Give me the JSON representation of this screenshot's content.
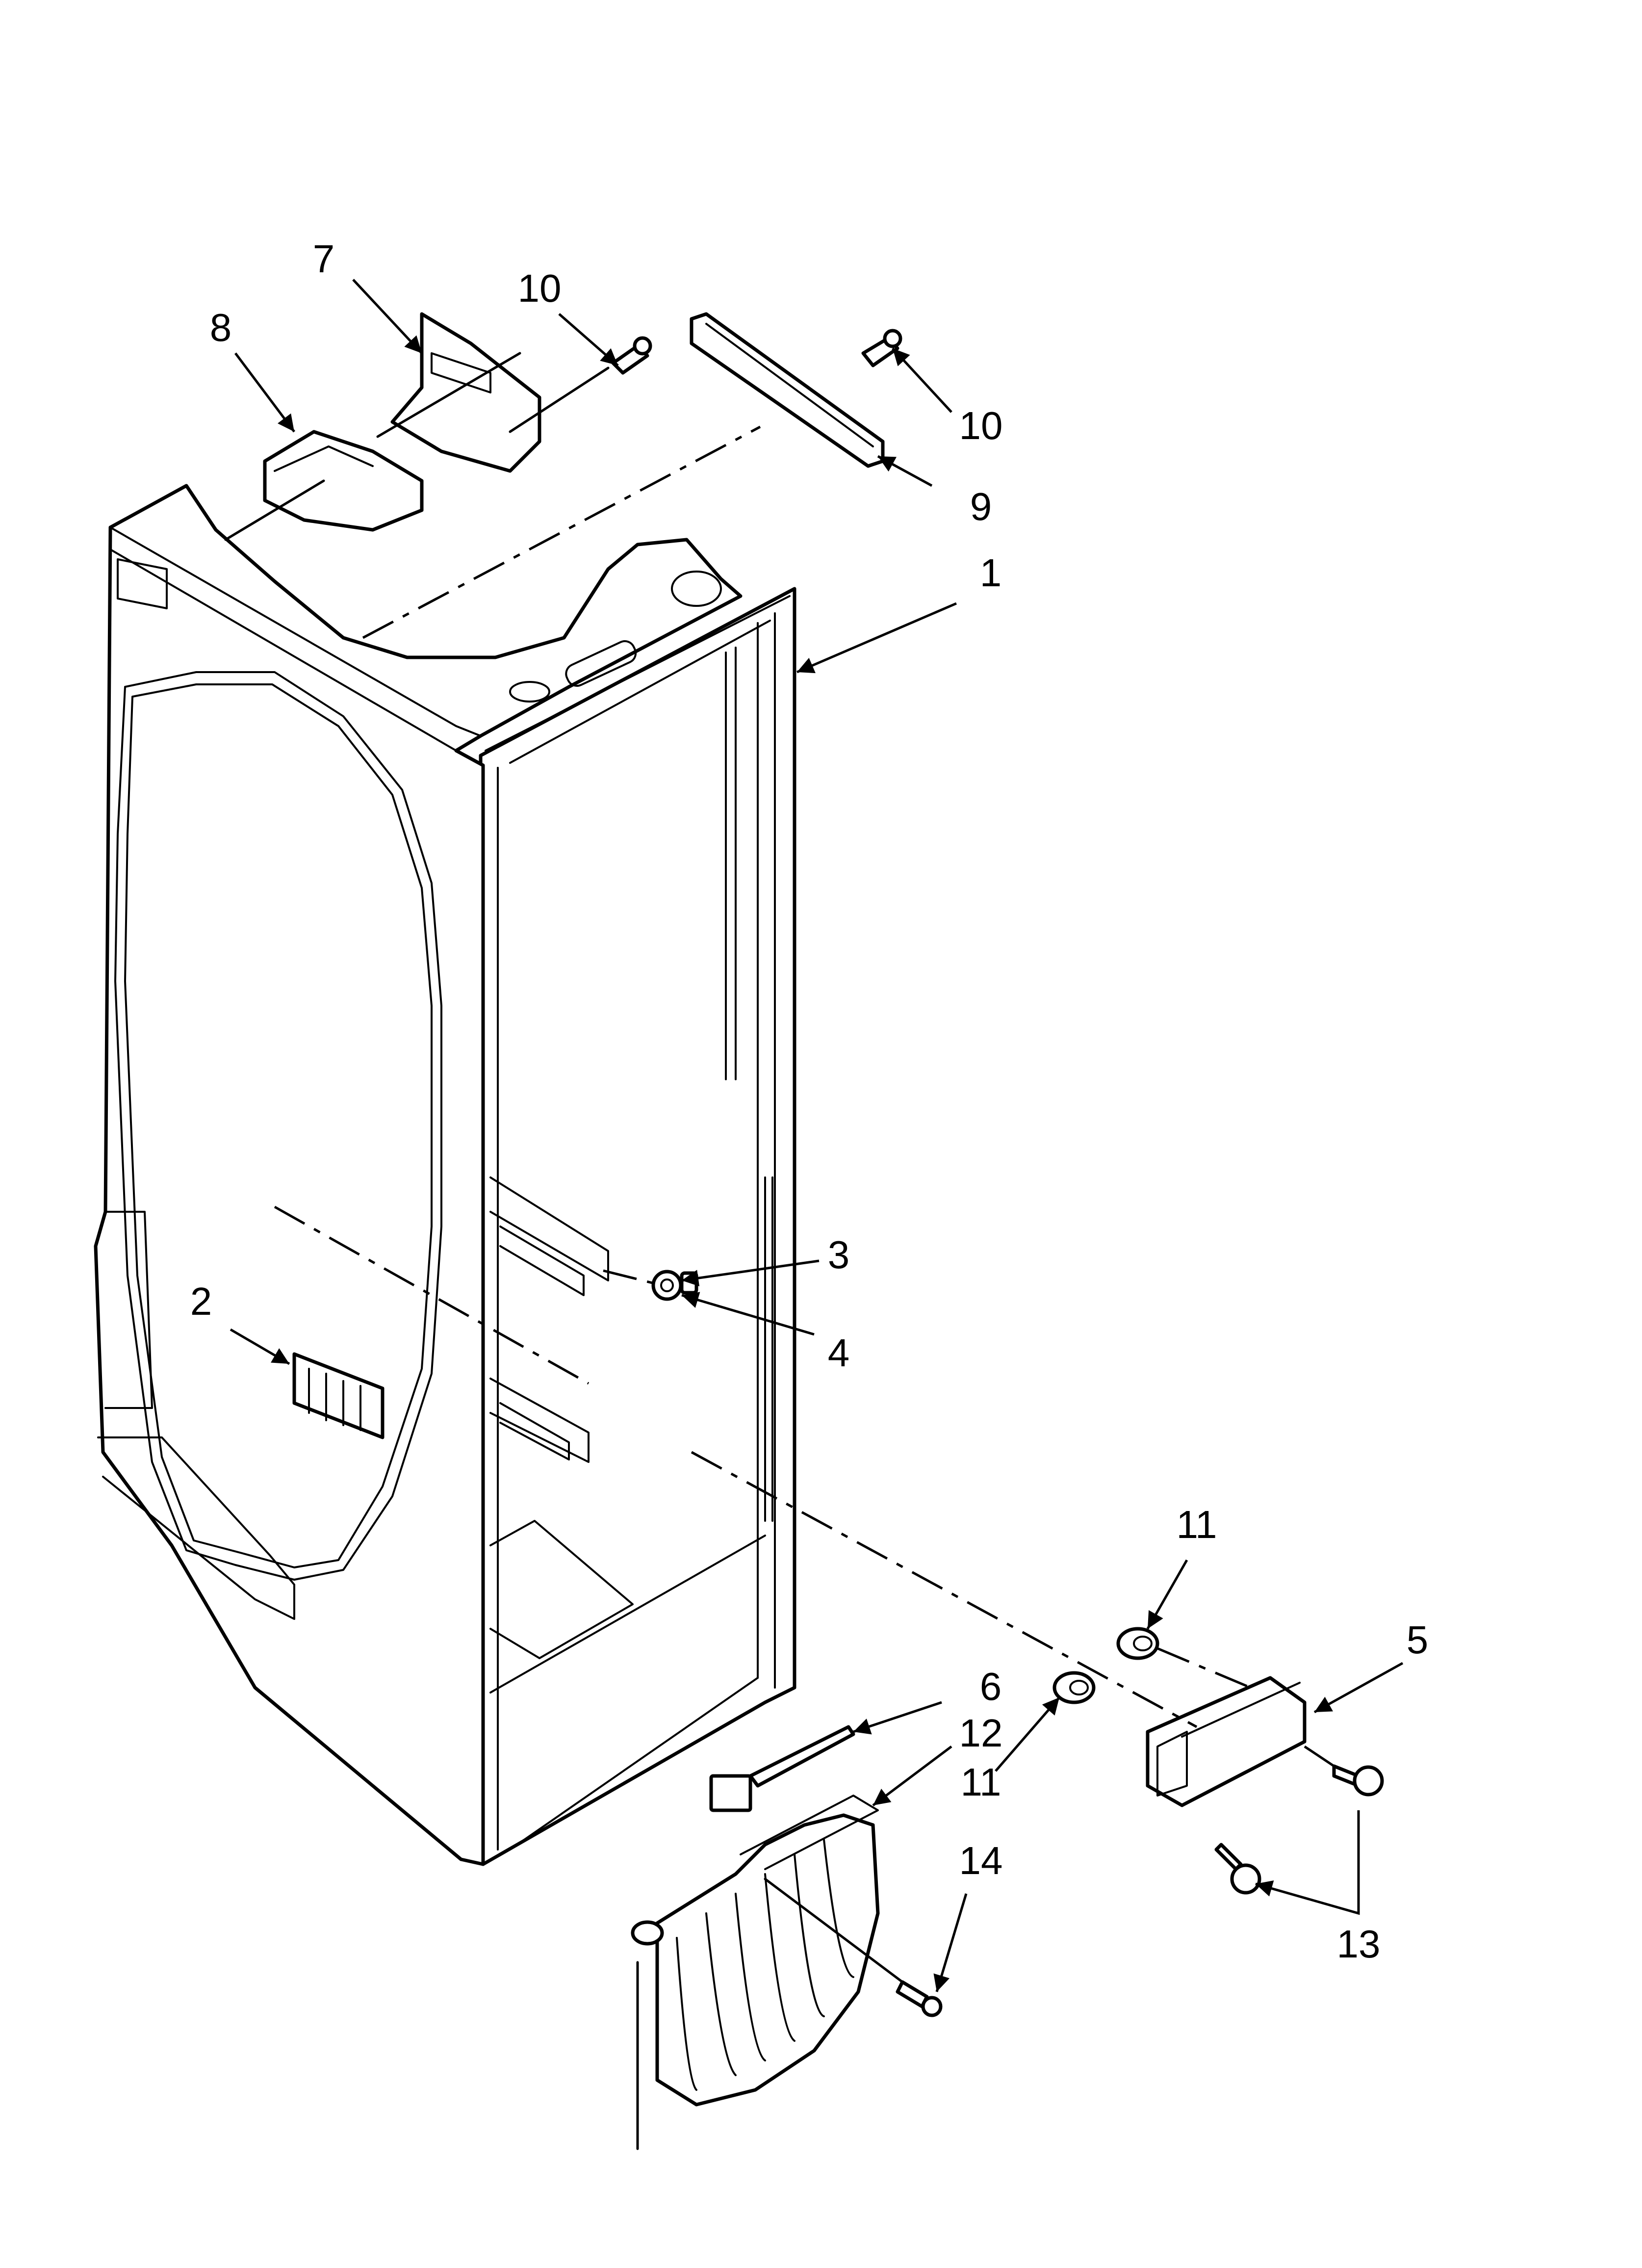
{
  "diagram": {
    "callouts": {
      "c1": "1",
      "c2": "2",
      "c3": "3",
      "c4": "4",
      "c5": "5",
      "c6": "6",
      "c7": "7",
      "c8": "8",
      "c9": "9",
      "c10a": "10",
      "c10b": "10",
      "c11a": "11",
      "c11b": "11",
      "c12": "12",
      "c13": "13",
      "c14": "14"
    },
    "colors": {
      "line": "#000000",
      "background": "#ffffff"
    }
  }
}
